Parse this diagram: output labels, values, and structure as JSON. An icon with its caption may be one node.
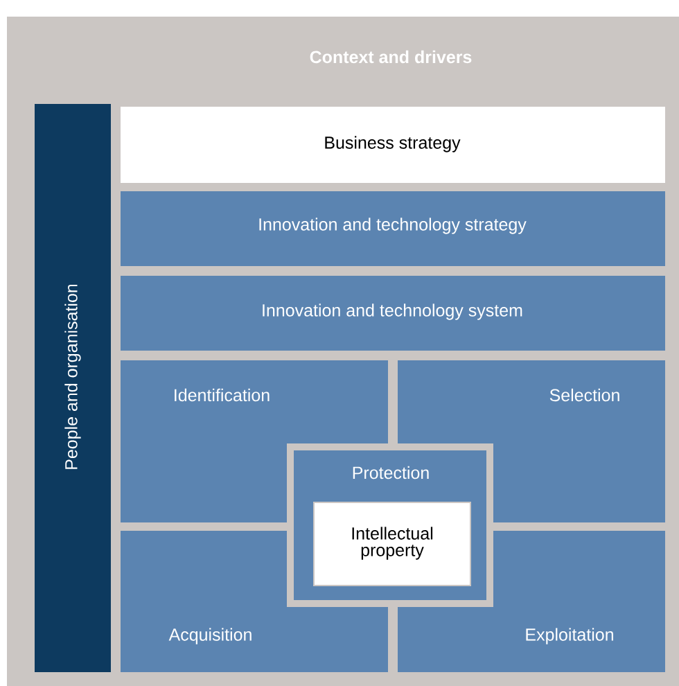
{
  "diagram": {
    "nodes": [
      {
        "text": [
          "Context and drivers"
        ]
      },
      {
        "text": [
          "People and organisation"
        ],
        "in": 0
      },
      {
        "text": [
          "Business strategy"
        ],
        "in": 0
      },
      {
        "text": [
          "Innovation and technology strategy"
        ],
        "in": 0
      },
      {
        "text": [
          "Innovation and technology system"
        ],
        "in": 0
      },
      {
        "text": [
          "Identification"
        ],
        "in": 0
      },
      {
        "text": [
          "Selection"
        ],
        "in": 0
      },
      {
        "text": [
          "Protection"
        ],
        "in": 0
      },
      {
        "text": [
          "Intellectual property"
        ],
        "in": 7
      },
      {
        "text": [
          "Acquisition"
        ],
        "in": 0
      },
      {
        "text": [
          "Exploitation"
        ],
        "in": 0
      }
    ]
  }
}
